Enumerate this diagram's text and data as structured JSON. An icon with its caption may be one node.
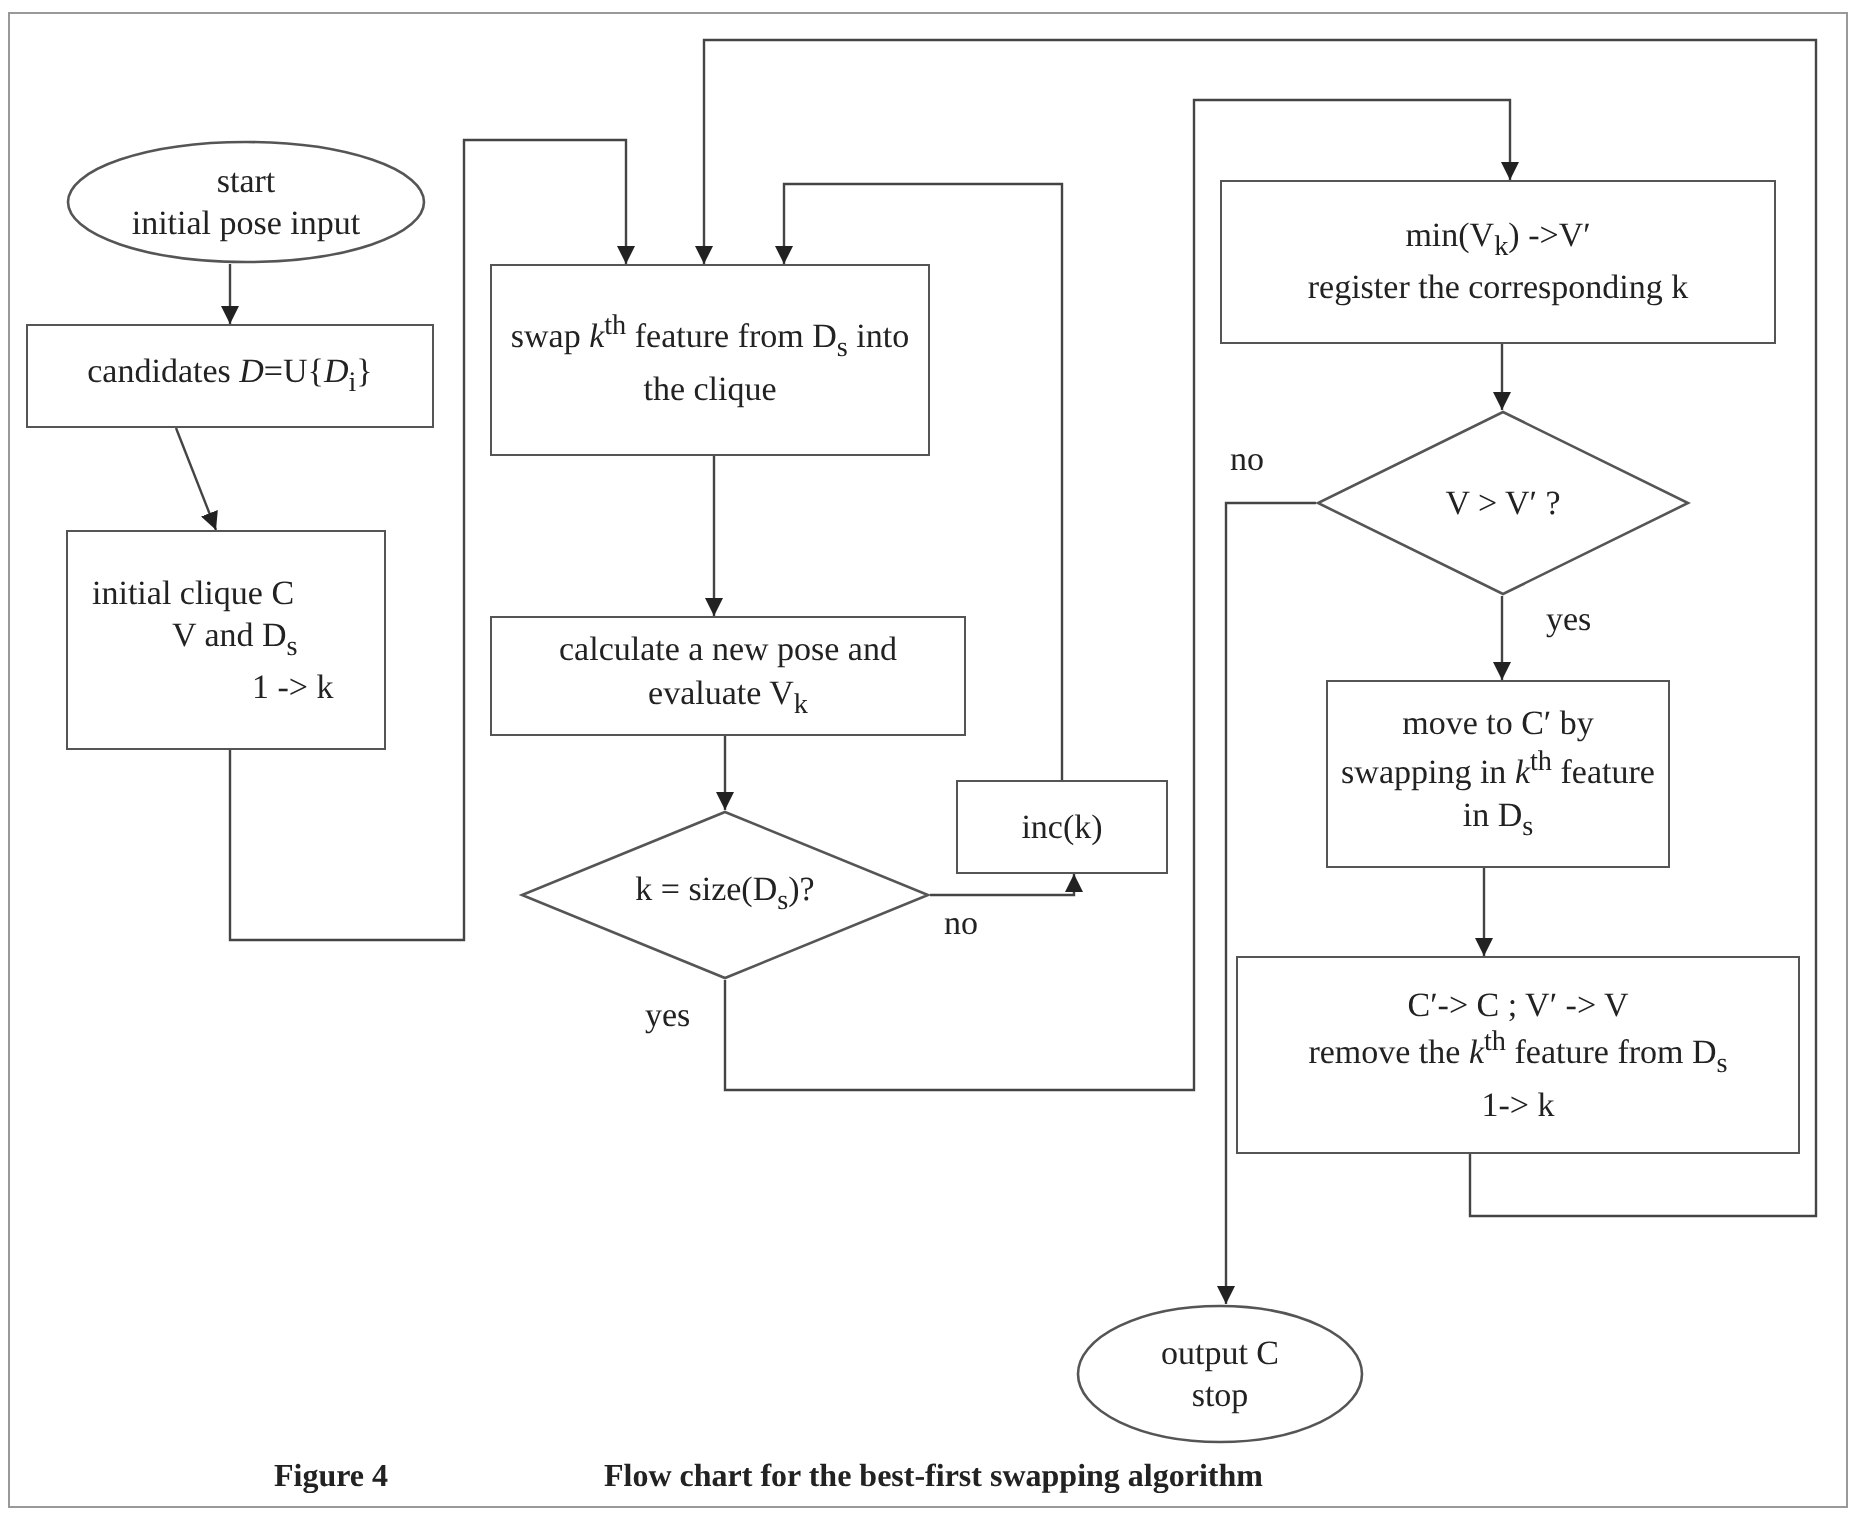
{
  "diagram": {
    "caption": "Flow chart for the best-first swapping algorithm",
    "nodes": [
      {
        "text": [
          "start",
          "initial pose input"
        ]
      },
      {
        "text": [
          "candidates *D*=U{*D*$_{i}$}"
        ]
      },
      {
        "text": [
          "initial clique C",
          "V and D$_{s}$",
          "1 -> k"
        ]
      },
      {
        "text": [
          "swap *k*$^{th}$ feature from D$_{s}$ into the clique"
        ]
      },
      {
        "text": [
          "calculate a new pose and evaluate V$_{k}$"
        ]
      },
      {
        "text": [
          "k = size(D$_{s}$)?"
        ]
      },
      {
        "text": [
          "inc(k)"
        ]
      },
      {
        "text": [
          "min(V$_{k}$) ->V′",
          "register the corresponding k"
        ]
      },
      {
        "text": [
          "V > V′ ?"
        ]
      },
      {
        "text": [
          "move to C′ by swapping in *k*$^{th}$ feature in D$_{s}$"
        ]
      },
      {
        "text": [
          "C′-> C ; V′ -> V",
          "remove the *k*$^{th}$ feature from D$_{s}$",
          "1-> k"
        ]
      },
      {
        "text": [
          "output C",
          "stop"
        ]
      }
    ],
    "edges": [
      {
        "from": 0,
        "to": 1,
        "arrow": "to"
      },
      {
        "from": 1,
        "to": 2,
        "arrow": "to"
      },
      {
        "from": 2,
        "to": 3,
        "arrow": "to"
      },
      {
        "from": 3,
        "to": 4,
        "arrow": "to"
      },
      {
        "from": 4,
        "to": 5,
        "arrow": "to"
      },
      {
        "from": 5,
        "to": 6,
        "arrow": "to",
        "label": "no"
      },
      {
        "from": 6,
        "to": 3,
        "arrow": "to"
      },
      {
        "from": 5,
        "to": 7,
        "arrow": "to",
        "label": "yes"
      },
      {
        "from": 7,
        "to": 8,
        "arrow": "to"
      },
      {
        "from": 8,
        "to": 9,
        "arrow": "to",
        "label": "yes"
      },
      {
        "from": 9,
        "to": 10,
        "arrow": "to"
      },
      {
        "from": 8,
        "to": 11,
        "arrow": "to",
        "label": "no"
      },
      {
        "from": 10,
        "to": 3,
        "arrow": "to"
      }
    ],
    "labels": [
      "Figure 4"
    ]
  }
}
